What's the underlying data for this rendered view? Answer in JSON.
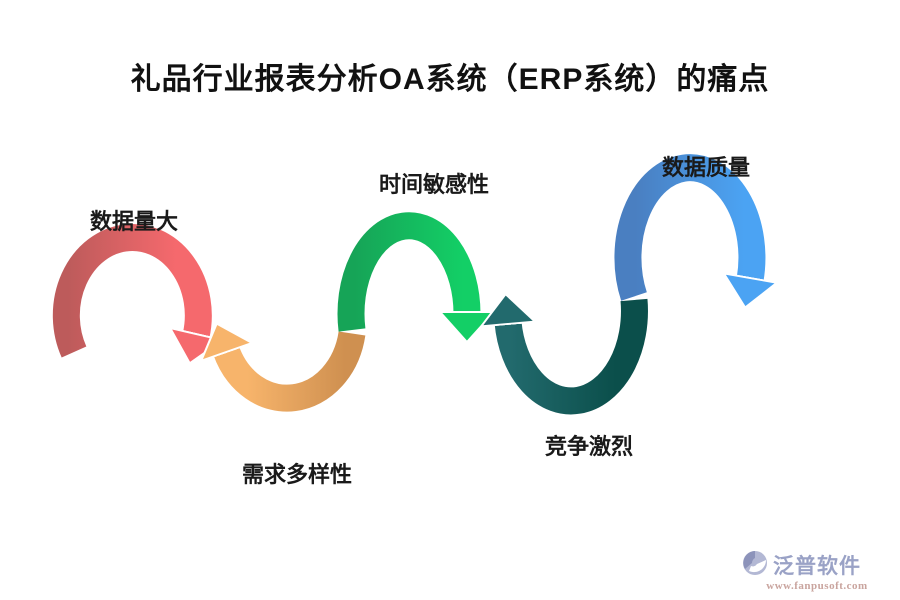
{
  "title": "礼品行业报表分析OA系统（ERP系统）的痛点",
  "pain_points": [
    {
      "label": "数据量大",
      "position": "top",
      "color_dark": "#bd5b5b",
      "color_light": "#f5696d"
    },
    {
      "label": "需求多样性",
      "position": "bottom",
      "color_dark": "#cf9050",
      "color_light": "#f7b46b"
    },
    {
      "label": "时间敏感性",
      "position": "top",
      "color_dark": "#16a457",
      "color_light": "#13cf66"
    },
    {
      "label": "竞争激烈",
      "position": "bottom",
      "color_dark": "#0b4f4b",
      "color_light": "#226a6d"
    },
    {
      "label": "数据质量",
      "position": "top",
      "color_dark": "#4a7fc1",
      "color_light": "#4ba3f3"
    }
  ],
  "watermark": {
    "brand": "泛普软件",
    "url": "www.fanpusoft.com",
    "brand_color": "#9aa2c6",
    "url_color": "#c9a49e",
    "icon_dark": "#8c93ba",
    "icon_light": "#b3b8d4"
  }
}
